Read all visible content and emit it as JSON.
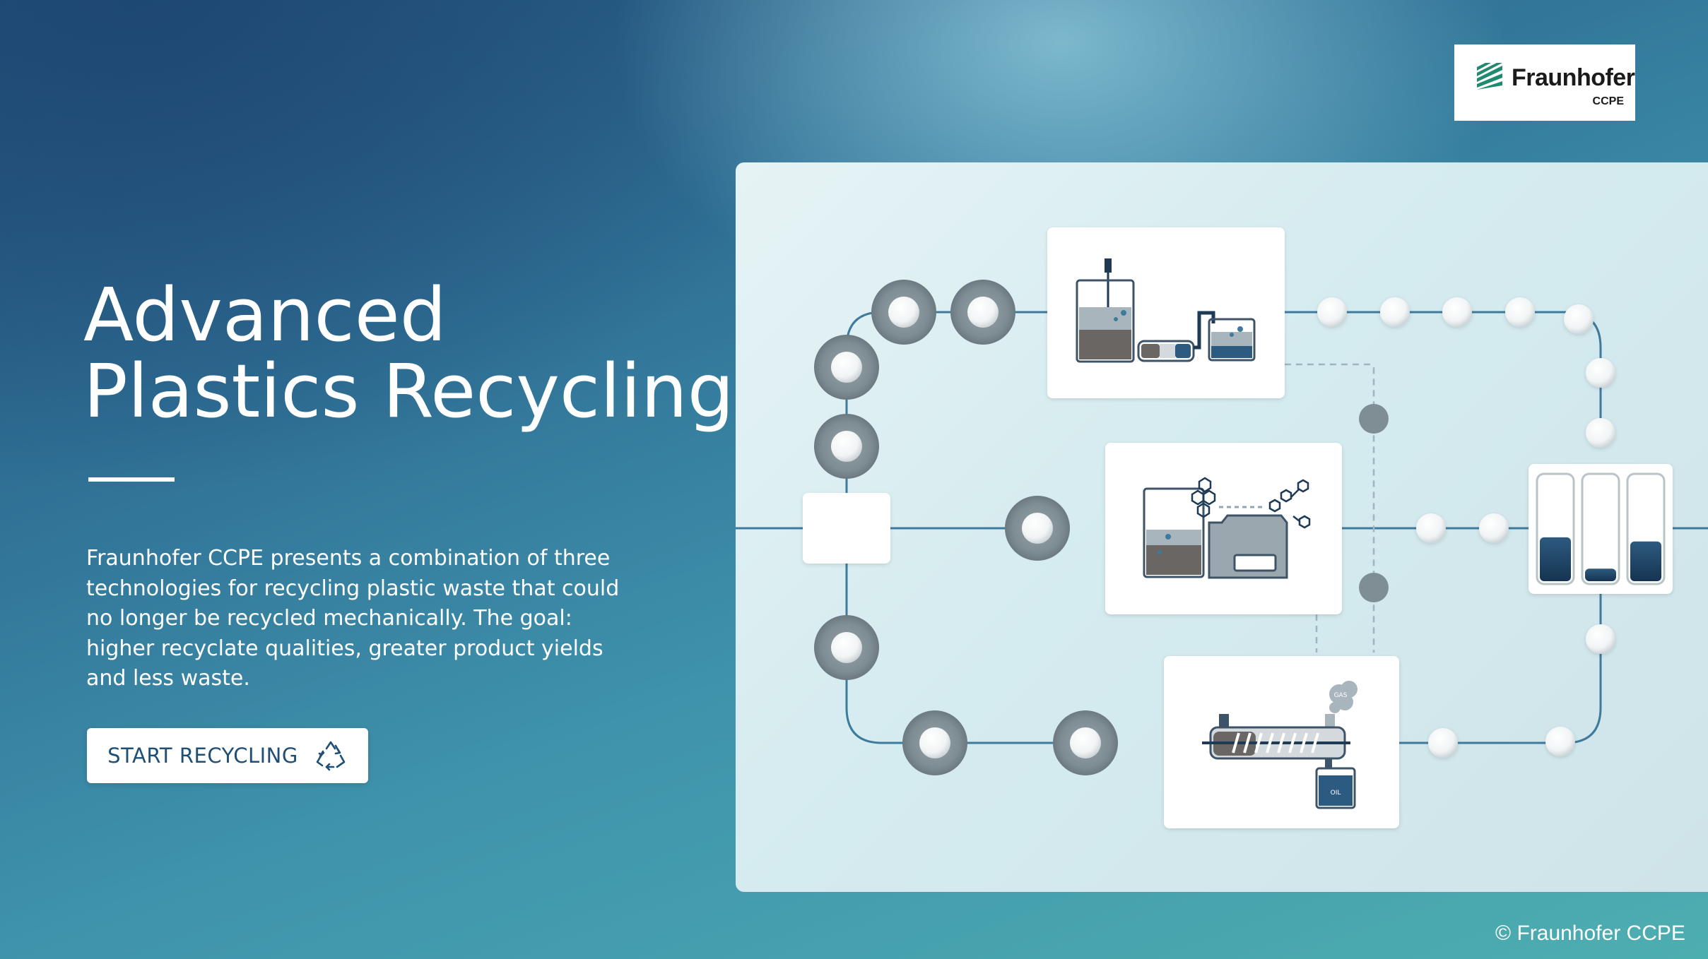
{
  "hero": {
    "title_line1": "Advanced",
    "title_line2": "Plastics Recycling",
    "description": "Fraunhofer CCPE presents a combination of three technologies for recycling plastic waste that could no longer be recycled mechanically. The goal: higher recyclate qualities, greater product yields and less waste.",
    "cta_label": "START RECYCLING",
    "cta_icon": "recycle-icon"
  },
  "logo": {
    "name": "Fraunhofer",
    "sub": "CCPE"
  },
  "diagram": {
    "labels": {
      "gas": "GAS",
      "oil": "OIL"
    },
    "fill_levels": [
      0.42,
      0.12,
      0.38
    ]
  },
  "footer": {
    "copyright": "© Fraunhofer CCPE"
  },
  "colors": {
    "accent": "#1f4f75",
    "line": "#3e7a9c",
    "node_ring": "#7f8e95",
    "logo_green": "#1f8a6f"
  }
}
